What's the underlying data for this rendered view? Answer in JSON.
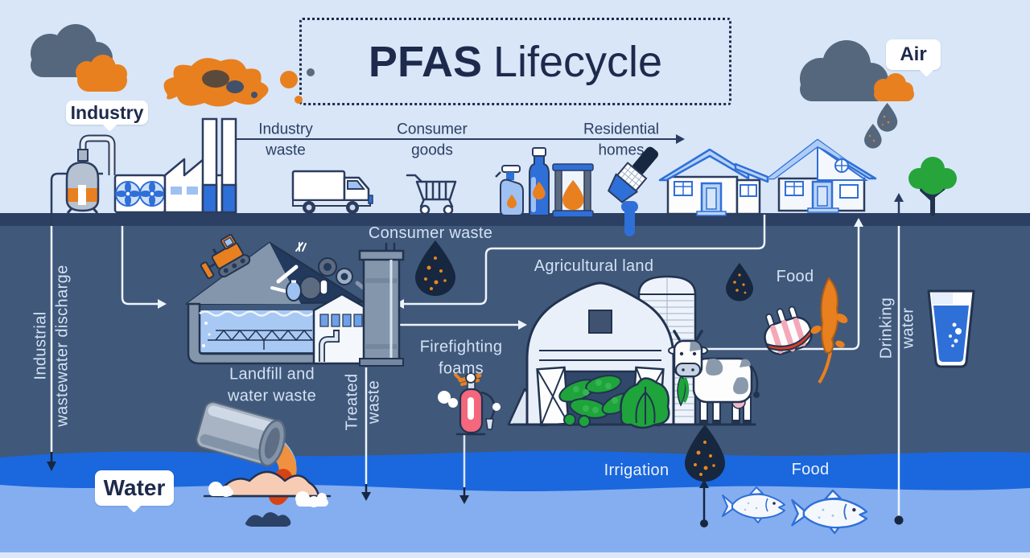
{
  "title": {
    "bold": "PFAS",
    "regular": "Lifecycle"
  },
  "bubbles": {
    "industry": "Industry",
    "air": "Air",
    "water": "Water"
  },
  "flow": {
    "industry_waste_1": "Industry",
    "industry_waste_2": "waste",
    "consumer_goods_1": "Consumer",
    "consumer_goods_2": "goods",
    "residential_homes_1": "Residential",
    "residential_homes_2": "homes"
  },
  "underground": {
    "consumer_waste": "Consumer waste",
    "agricultural_land": "Agricultural land",
    "food": "Food",
    "landfill_1": "Landfill and",
    "landfill_2": "water waste",
    "firefighting_1": "Firefighting",
    "firefighting_2": "foams",
    "treated_1": "Treated",
    "treated_2": "waste",
    "industrial_1": "Industrial",
    "industrial_2": "wastewater discharge",
    "drinking_1": "Drinking",
    "drinking_2": "water"
  },
  "water_zone": {
    "irrigation": "Irrigation",
    "food": "Food"
  },
  "colors": {
    "sky": "#d8e6f8",
    "ground": "#2b4062",
    "underground": "#40587a",
    "water_bright": "#1b67dd",
    "water_light": "#85aef0",
    "accent_orange": "#e87b1e",
    "navy": "#1d2a4c",
    "cloud_slate": "#55677d",
    "pfas_drop": "#16273f",
    "line_light": "#eef4fc",
    "green": "#27a53b"
  }
}
